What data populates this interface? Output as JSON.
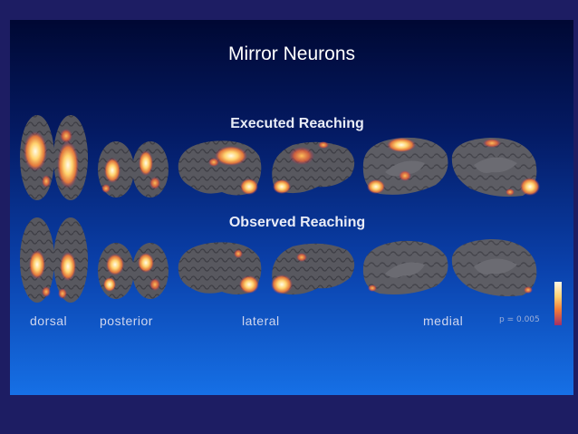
{
  "slide": {
    "title": "Mirror Neurons",
    "rows": {
      "executed": "Executed Reaching",
      "observed": "Observed Reaching"
    },
    "view_labels": {
      "dorsal": "dorsal",
      "posterior": "posterior",
      "lateral": "lateral",
      "medial": "medial"
    },
    "threshold_label": "p = 0.005"
  },
  "colors": {
    "background_outer": "#1d1d63",
    "slide_top": "#000833",
    "slide_bottom": "#1670e6",
    "cortex": "#58585f",
    "activation_low": "#a03068",
    "activation_mid": "#f07a38",
    "activation_high": "#fff8e6"
  }
}
